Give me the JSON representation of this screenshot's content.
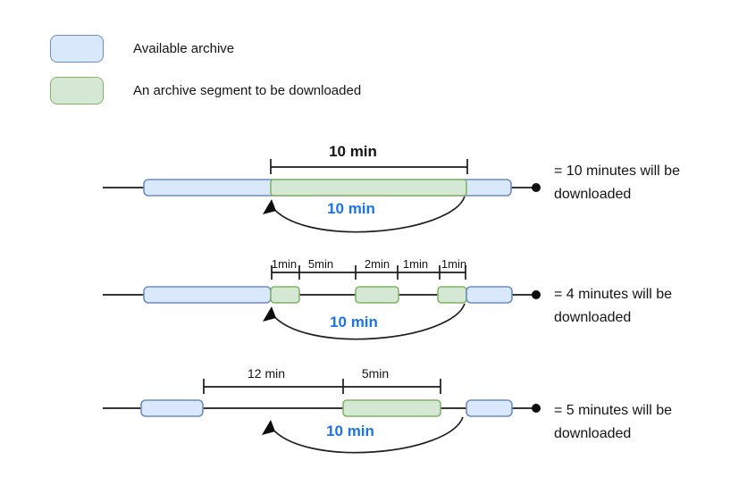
{
  "legend": {
    "items": [
      {
        "id": "available",
        "label": "Available archive",
        "fill": "#dae8fc",
        "stroke": "#6c8ebf"
      },
      {
        "id": "segment",
        "label": "An archive segment to be downloaded",
        "fill": "#d5e8d4",
        "stroke": "#82b366"
      }
    ]
  },
  "colors": {
    "available_fill": "#dae8fc",
    "available_stroke": "#6c8ebf",
    "segment_fill": "#d5e8d4",
    "segment_stroke": "#82b366",
    "seek_text": "#1a73e8",
    "line": "#1a1a1a"
  },
  "diagrams": [
    {
      "top_label": "10 min",
      "seek_label": "10 min",
      "result": "= 10 minutes will be downloaded"
    },
    {
      "bracket_labels": [
        "1min",
        "5min",
        "2min",
        "1min",
        "1min"
      ],
      "seek_label": "10 min",
      "result": "= 4 minutes will be downloaded"
    },
    {
      "bracket_labels": [
        "12 min",
        "5min"
      ],
      "seek_label": "10 min",
      "result": "= 5 minutes will be downloaded"
    }
  ]
}
